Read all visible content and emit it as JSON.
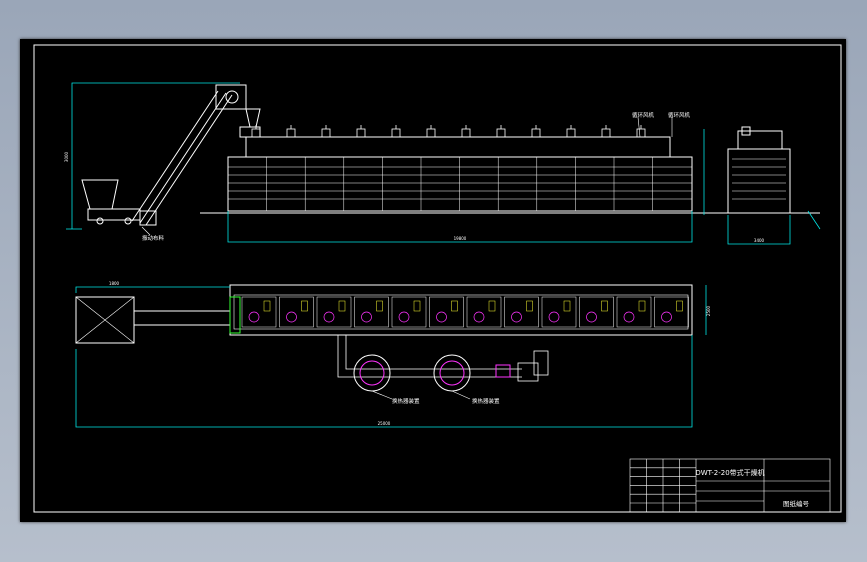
{
  "drawing": {
    "title": "DWT-2-20带式干燥机",
    "drawing_number_label": "图纸编号",
    "callouts": {
      "fan_left": "循环风机",
      "fan_right": "循环风机",
      "feeder": "振动布料",
      "exchanger_left": "换热器装置",
      "exchanger_right": "换热器装置"
    },
    "dimensions": {
      "total_length": "19800",
      "height_left": "3000",
      "side_width": "3400",
      "plan_feed": "1800",
      "plan_width": "2500",
      "plan_total": "25000"
    }
  },
  "colors": {
    "background": "#000000",
    "line_white": "#ffffff",
    "line_cyan": "#00e5e5",
    "line_magenta": "#ff33ff",
    "line_green": "#33ff33",
    "line_yellow": "#ffff33"
  }
}
